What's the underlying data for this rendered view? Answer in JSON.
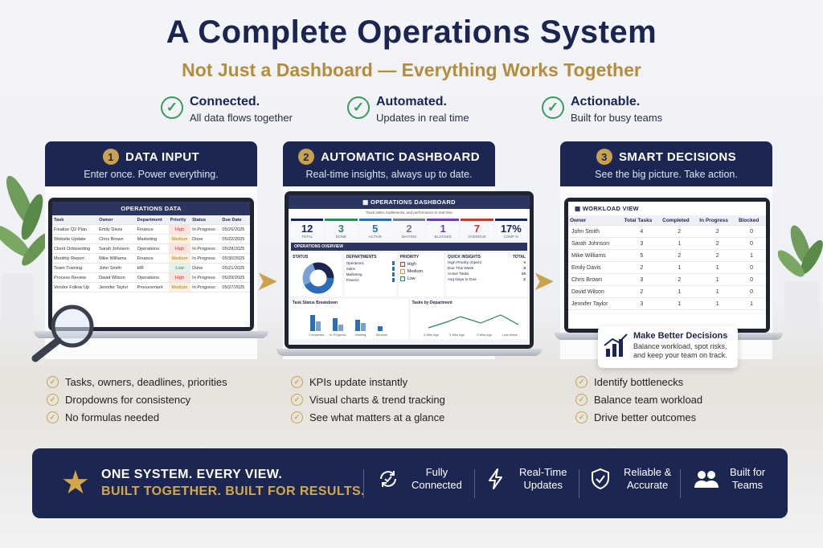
{
  "title": "A Complete Operations System",
  "subtitle": "Not Just a Dashboard — Everything Works Together",
  "pillars": [
    {
      "title": "Connected.",
      "desc": "All data flows together"
    },
    {
      "title": "Automated.",
      "desc": "Updates in real time"
    },
    {
      "title": "Actionable.",
      "desc": "Built for busy teams"
    }
  ],
  "cards": [
    {
      "num": "1",
      "title": "DATA INPUT",
      "desc": "Enter once. Power everything."
    },
    {
      "num": "2",
      "title": "AUTOMATIC DASHBOARD",
      "desc": "Real-time insights, always up to date."
    },
    {
      "num": "3",
      "title": "SMART DECISIONS",
      "desc": "See the big picture. Take action."
    }
  ],
  "ops_data": {
    "title": "OPERATIONS DATA",
    "headers": [
      "Task",
      "Owner",
      "Department",
      "Priority",
      "Status",
      "Due Date"
    ],
    "rows": [
      [
        "Finalize Q2 Plan",
        "Emily Davis",
        "Finance",
        "High",
        "In Progress",
        "05/26/2025"
      ],
      [
        "Website Update",
        "Chris Brown",
        "Marketing",
        "Medium",
        "Done",
        "05/22/2025"
      ],
      [
        "Client Onboarding",
        "Sarah Johnson",
        "Operations",
        "High",
        "In Progress",
        "05/28/2025"
      ],
      [
        "Monthly Report",
        "Mike Williams",
        "Finance",
        "Medium",
        "In Progress",
        "05/30/2025"
      ],
      [
        "Team Training",
        "John Smith",
        "HR",
        "Low",
        "Done",
        "05/21/2025"
      ],
      [
        "Process Review",
        "David Wilson",
        "Operations",
        "High",
        "In Progress",
        "05/29/2025"
      ],
      [
        "Vendor Follow Up",
        "Jennifer Taylor",
        "Procurement",
        "Medium",
        "In Progress",
        "05/27/2025"
      ]
    ]
  },
  "dashboard": {
    "title": "OPERATIONS DASHBOARD",
    "tagline": "Track tasks, bottlenecks, and performance in real time",
    "kpis": [
      {
        "value": "12",
        "label": "TOTAL",
        "color": "#1b2752"
      },
      {
        "value": "3",
        "label": "DONE",
        "color": "#2e8b57"
      },
      {
        "value": "5",
        "label": "ACTIVE",
        "color": "#2a6fb5"
      },
      {
        "value": "2",
        "label": "WAITING",
        "color": "#7a7f8c"
      },
      {
        "value": "1",
        "label": "BLOCKED",
        "color": "#6a3fb0"
      },
      {
        "value": "7",
        "label": "OVERDUE",
        "color": "#c0392b"
      },
      {
        "value": "17%",
        "label": "COMP %",
        "color": "#1b2752"
      }
    ],
    "overview_title": "OPERATIONS OVERVIEW",
    "status_label": "STATUS",
    "departments_label": "DEPARTMENTS",
    "departments": [
      "Operations",
      "Sales",
      "Marketing",
      "Finance"
    ],
    "priority_label": "PRIORITY",
    "priorities": [
      "High",
      "Medium",
      "Low"
    ],
    "insights_label": "QUICK INSIGHTS",
    "total_label": "TOTAL",
    "insights": [
      {
        "label": "High Priority (Open)",
        "value": "6"
      },
      {
        "label": "Due This Week",
        "value": "3"
      },
      {
        "label": "Active Tasks",
        "value": "10"
      },
      {
        "label": "Avg Days to Due",
        "value": "2"
      }
    ],
    "breakdown_title": "Task Status Breakdown",
    "breakdown_cats": [
      "Completed",
      "In Progress",
      "Waiting",
      "Blocked"
    ],
    "bydept_title": "Tasks by Department",
    "bydept_cats": [
      "4 Wks Ago",
      "3 Wks Ago",
      "2 Wks Ago",
      "Last Week"
    ]
  },
  "workload": {
    "title": "WORKLOAD VIEW",
    "headers": [
      "Owner",
      "Total Tasks",
      "Completed",
      "In Progress",
      "Blocked"
    ],
    "rows": [
      [
        "John Smith",
        "4",
        "2",
        "2",
        "0"
      ],
      [
        "Sarah Johnson",
        "3",
        "1",
        "2",
        "0"
      ],
      [
        "Mike Williams",
        "5",
        "2",
        "2",
        "1"
      ],
      [
        "Emily Davis",
        "2",
        "1",
        "1",
        "0"
      ],
      [
        "Chris Brown",
        "3",
        "2",
        "1",
        "0"
      ],
      [
        "David Wilson",
        "2",
        "1",
        "1",
        "0"
      ],
      [
        "Jennifer Taylor",
        "3",
        "1",
        "1",
        "1"
      ]
    ],
    "callout_title": "Make Better Decisions",
    "callout_desc": "Balance workload, spot risks, and keep your team on track."
  },
  "bullets": [
    [
      "Tasks, owners, deadlines, priorities",
      "Dropdowns for consistency",
      "No formulas needed"
    ],
    [
      "KPIs update instantly",
      "Visual charts & trend tracking",
      "See what matters at a glance"
    ],
    [
      "Identify bottlenecks",
      "Balance team workload",
      "Drive better outcomes"
    ]
  ],
  "footer": {
    "line1": "ONE SYSTEM. EVERY VIEW.",
    "line2": "BUILT TOGETHER. BUILT FOR RESULTS.",
    "features": [
      {
        "icon": "sync-icon",
        "text": "Fully\nConnected"
      },
      {
        "icon": "lightning-icon",
        "text": "Real-Time\nUpdates"
      },
      {
        "icon": "shield-check-icon",
        "text": "Reliable &\nAccurate"
      },
      {
        "icon": "team-icon",
        "text": "Built for\nTeams"
      }
    ]
  },
  "colors": {
    "navy": "#1b2752",
    "gold": "#c9a24e",
    "green": "#3d9a5f"
  }
}
